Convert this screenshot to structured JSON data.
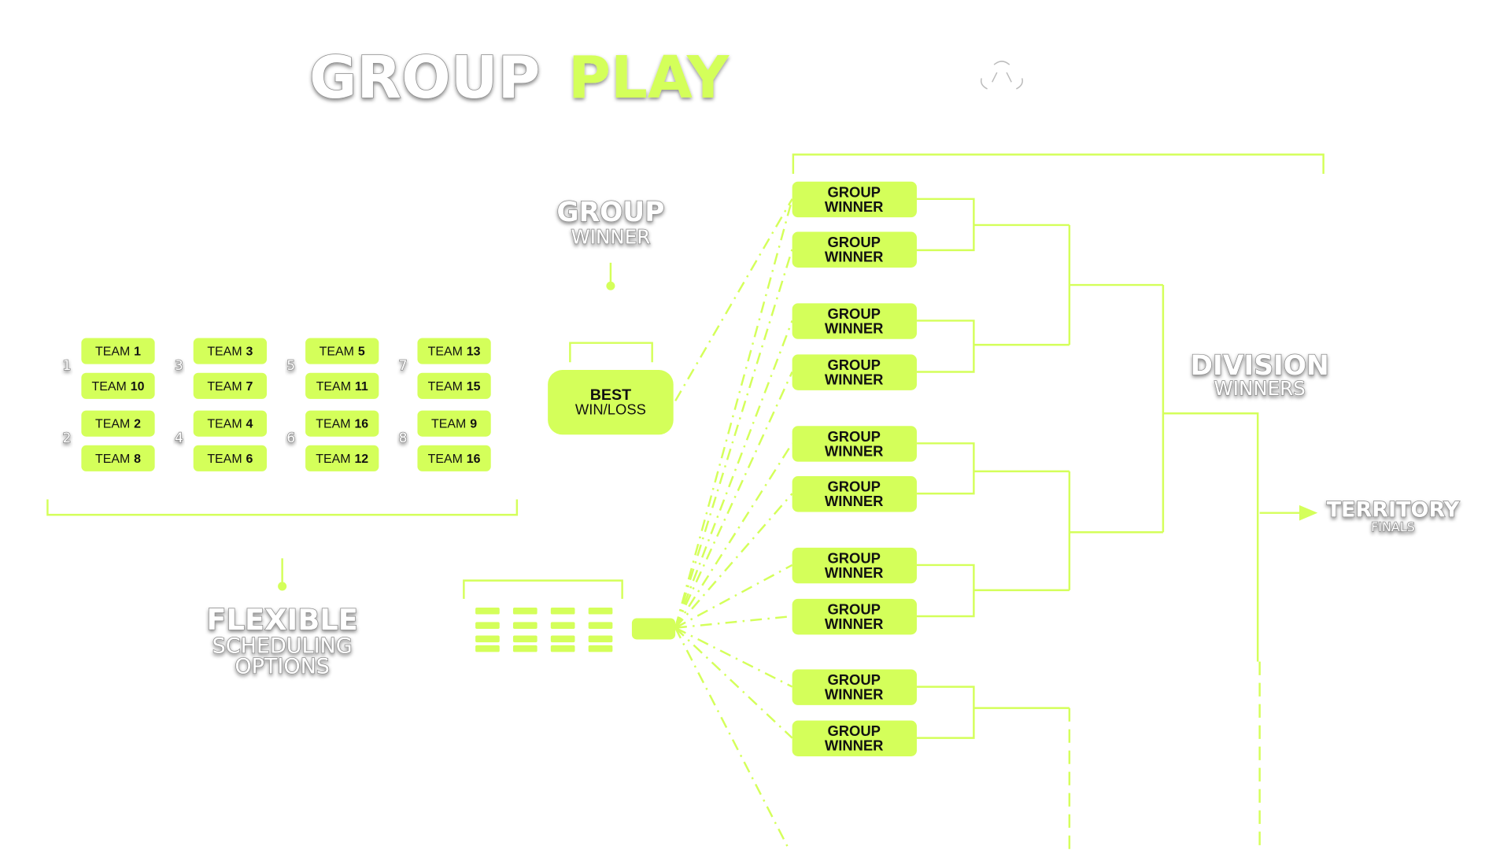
{
  "title": {
    "part1": "GROUP",
    "part2": "PLAY"
  },
  "accent_color": "#d4ff5a",
  "logo_icon": "tri-swoosh-logo",
  "groups": [
    {
      "number": "1",
      "teams": [
        {
          "prefix": "TEAM",
          "num": "1"
        },
        {
          "prefix": "TEAM",
          "num": "10"
        }
      ]
    },
    {
      "number": "2",
      "teams": [
        {
          "prefix": "TEAM",
          "num": "2"
        },
        {
          "prefix": "TEAM",
          "num": "8"
        }
      ]
    },
    {
      "number": "3",
      "teams": [
        {
          "prefix": "TEAM",
          "num": "3"
        },
        {
          "prefix": "TEAM",
          "num": "7"
        }
      ]
    },
    {
      "number": "4",
      "teams": [
        {
          "prefix": "TEAM",
          "num": "4"
        },
        {
          "prefix": "TEAM",
          "num": "6"
        }
      ]
    },
    {
      "number": "5",
      "teams": [
        {
          "prefix": "TEAM",
          "num": "5"
        },
        {
          "prefix": "TEAM",
          "num": "11"
        }
      ]
    },
    {
      "number": "6",
      "teams": [
        {
          "prefix": "TEAM",
          "num": "16"
        },
        {
          "prefix": "TEAM",
          "num": "12"
        }
      ]
    },
    {
      "number": "7",
      "teams": [
        {
          "prefix": "TEAM",
          "num": "13"
        },
        {
          "prefix": "TEAM",
          "num": "15"
        }
      ]
    },
    {
      "number": "8",
      "teams": [
        {
          "prefix": "TEAM",
          "num": "9"
        },
        {
          "prefix": "TEAM",
          "num": "16"
        }
      ]
    }
  ],
  "labels": {
    "group_winner": {
      "line1": "GROUP",
      "line2": "WINNER"
    },
    "flexible": {
      "line1": "FLEXIBLE",
      "line2": "SCHEDULING",
      "line3": "OPTIONS"
    },
    "best": {
      "line1": "BEST",
      "line2": "WIN/LOSS"
    },
    "division": {
      "line1": "DIVISION",
      "line2": "WINNERS"
    },
    "territory": {
      "line1": "TERRITORY",
      "line2": "FINALS"
    }
  },
  "winner_boxes": [
    {
      "line1": "GROUP",
      "line2": "WINNER"
    },
    {
      "line1": "GROUP",
      "line2": "WINNER"
    },
    {
      "line1": "GROUP",
      "line2": "WINNER"
    },
    {
      "line1": "GROUP",
      "line2": "WINNER"
    },
    {
      "line1": "GROUP",
      "line2": "WINNER"
    },
    {
      "line1": "GROUP",
      "line2": "WINNER"
    },
    {
      "line1": "GROUP",
      "line2": "WINNER"
    },
    {
      "line1": "GROUP",
      "line2": "WINNER"
    },
    {
      "line1": "GROUP",
      "line2": "WINNER"
    },
    {
      "line1": "GROUP",
      "line2": "WINNER"
    }
  ]
}
